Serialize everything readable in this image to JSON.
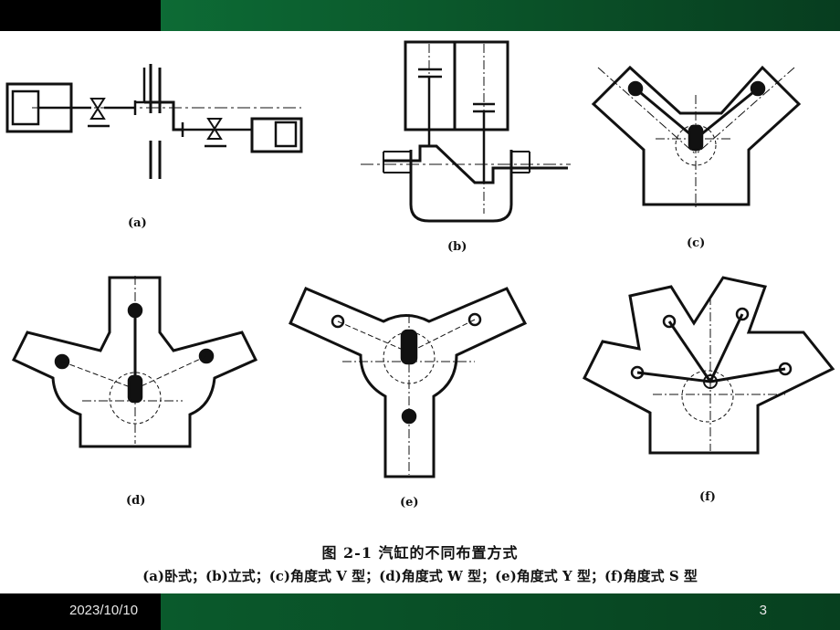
{
  "figure": {
    "panel_labels": [
      "(a)",
      "(b)",
      "(c)",
      "(d)",
      "(e)",
      "(f)"
    ],
    "caption_title": "图 2-1    汽缸的不同布置方式",
    "caption_types": "(a)卧式；(b)立式；(c)角度式 V 型；(d)角度式 W 型；(e)角度式 Y 型；(f)角度式 S 型"
  },
  "footer": {
    "date": "2023/10/10",
    "page": "3"
  },
  "colors": {
    "header_green": "#0a3d1f",
    "accent_green": "#0d6b35",
    "ink": "#111111"
  }
}
